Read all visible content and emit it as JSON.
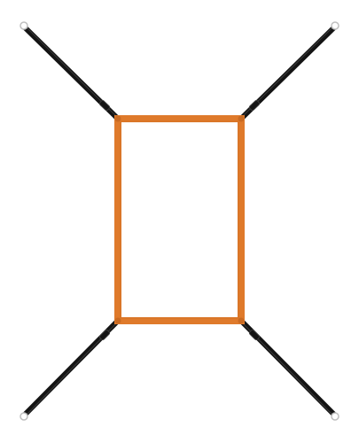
{
  "colors": {
    "background": "#ffffff",
    "frame": "#df7a2b",
    "frame_shade": "#c96a22",
    "strap": "#141414",
    "strap_highlight": "#3a3a3a",
    "anchor_ring": "#bfbfbf"
  },
  "object": {
    "frame_shape": "rectangle",
    "strap_count": 4,
    "strap_directions": [
      "top-left",
      "top-right",
      "bottom-left",
      "bottom-right"
    ]
  }
}
